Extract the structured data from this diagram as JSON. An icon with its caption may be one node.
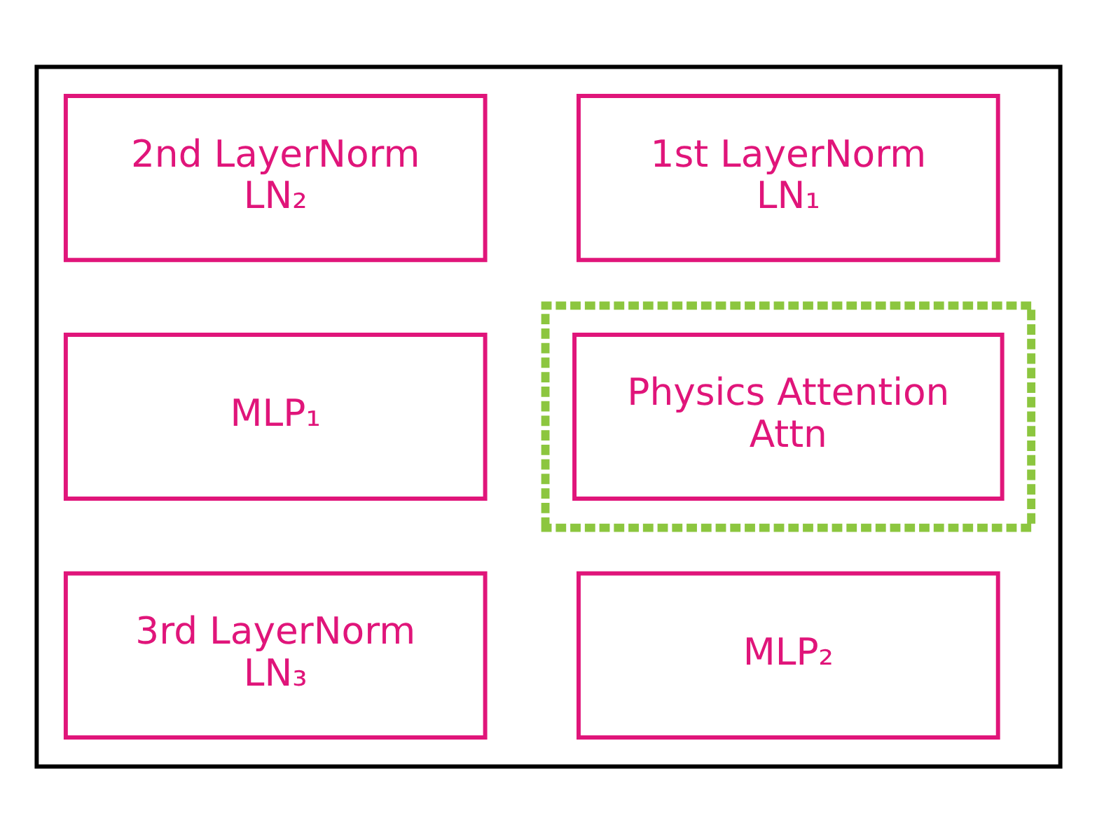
{
  "diagram": {
    "nodes": [
      {
        "text": [],
        "shape": "box"
      },
      {
        "text": [
          "1st LayerNorm",
          "LN₁"
        ],
        "in": 0
      },
      {
        "text": [
          "2nd LayerNorm",
          "LN₂"
        ],
        "in": 0
      },
      {
        "text": [],
        "shape": "box",
        "in": 0
      },
      {
        "text": [
          "Physics Attention",
          "Attn"
        ],
        "in": 3
      },
      {
        "text": [
          "MLP₁"
        ],
        "in": 0
      },
      {
        "text": [
          "MLP₂"
        ],
        "in": 0
      },
      {
        "text": [
          "3rd LayerNorm",
          "LN₃"
        ],
        "in": 0
      }
    ],
    "edges": []
  }
}
